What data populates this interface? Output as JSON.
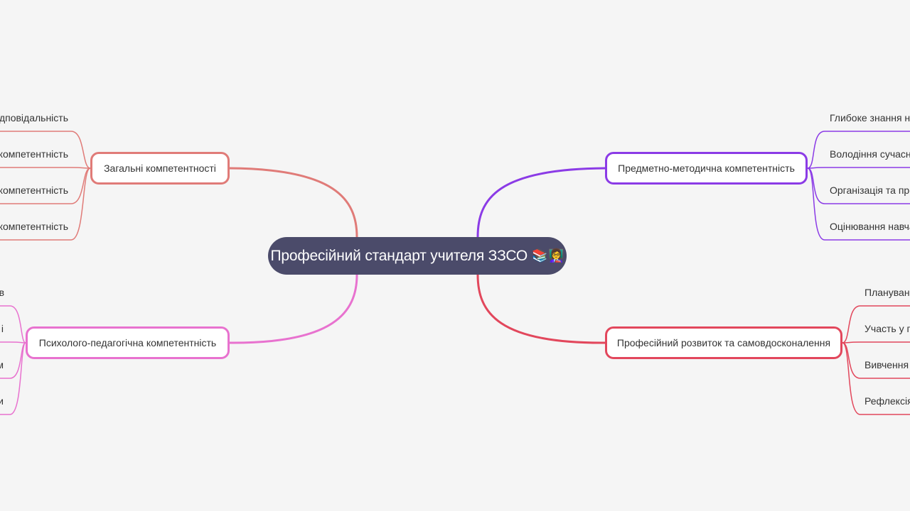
{
  "root": {
    "label": "Професійний стандарт учителя ЗЗСО",
    "emoji_1": "📚",
    "emoji_2": "👩‍🏫"
  },
  "branches": [
    {
      "id": "general",
      "label": "Загальні компетентності",
      "color": "#e07b78",
      "side": "left",
      "leaves": [
        "дповідальність",
        "компетентність",
        "компетентність",
        "компетентність"
      ]
    },
    {
      "id": "psych",
      "label": "Психолого-педагогічна компетентність",
      "color": "#e872cf",
      "side": "left",
      "leaves": [
        "в",
        "і",
        "м",
        "и"
      ]
    },
    {
      "id": "subject",
      "label": "Предметно-методична компетентність",
      "color": "#8b3be6",
      "side": "right",
      "leaves": [
        "Глибоке знання на",
        "Володіння сучасн",
        "Організація та про",
        "Оцінювання навча"
      ]
    },
    {
      "id": "development",
      "label": "Професійний розвиток та самовдосконалення",
      "color": "#e2475c",
      "side": "right",
      "leaves": [
        "Плануван",
        "Участь у пр",
        "Вивчення",
        "Рефлексія"
      ]
    }
  ]
}
